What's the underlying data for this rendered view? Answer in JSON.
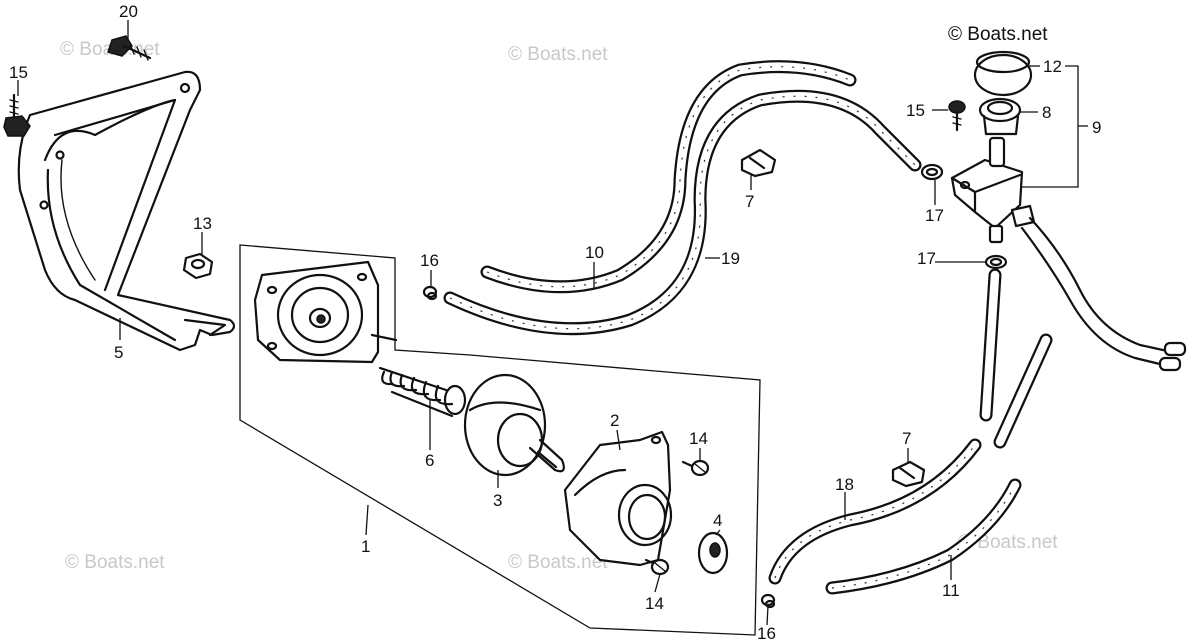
{
  "copyright_label": "© Boats.net",
  "watermark_text": "© Boats.net",
  "callouts": {
    "c1": "1",
    "c2": "2",
    "c3": "3",
    "c4": "4",
    "c5": "5",
    "c6": "6",
    "c7a": "7",
    "c7b": "7",
    "c8": "8",
    "c9": "9",
    "c10": "10",
    "c11": "11",
    "c12": "12",
    "c13": "13",
    "c14a": "14",
    "c14b": "14",
    "c15a": "15",
    "c15b": "15",
    "c16a": "16",
    "c16b": "16",
    "c17a": "17",
    "c17b": "17",
    "c18": "18",
    "c19": "19",
    "c20": "20"
  }
}
